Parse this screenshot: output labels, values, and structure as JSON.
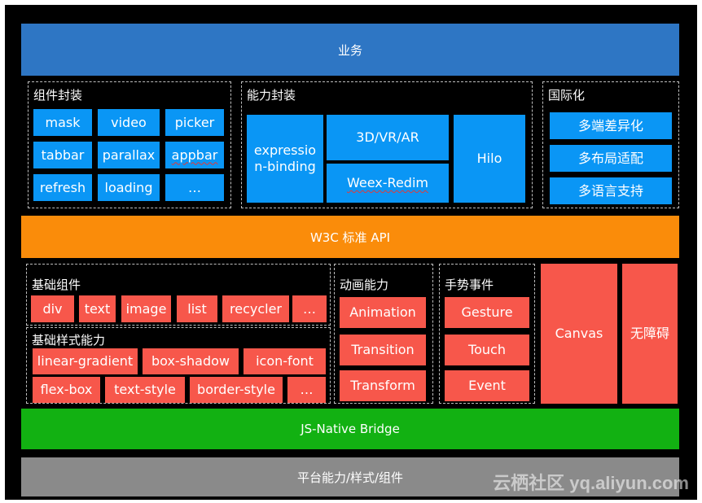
{
  "colors": {
    "business": "#2e76c4",
    "w3c": "#fa8c0a",
    "bridge": "#12b112",
    "platform": "#8a8a8a",
    "blue_box": "#0a96f5",
    "red_box": "#f7574b"
  },
  "top_band": {
    "label": "业务"
  },
  "components": {
    "title": "组件封装",
    "items": [
      "mask",
      "video",
      "picker",
      "tabbar",
      "parallax",
      "appbar",
      "refresh",
      "loading",
      "…"
    ]
  },
  "capabilities": {
    "title": "能力封装",
    "expression": "expression-binding",
    "vr": "3D/VR/AR",
    "weex": "Weex-Redim",
    "hilo": "Hilo"
  },
  "i18n": {
    "title": "国际化",
    "items": [
      "多端差异化",
      "多布局适配",
      "多语言支持"
    ]
  },
  "w3c_band": {
    "label": "W3C 标准 API"
  },
  "basic_components": {
    "title": "基础组件",
    "items": [
      "div",
      "text",
      "image",
      "list",
      "recycler",
      "…"
    ]
  },
  "basic_styles": {
    "title": "基础样式能力",
    "row1": [
      "linear-gradient",
      "box-shadow",
      "icon-font"
    ],
    "row2": [
      "flex-box",
      "text-style",
      "border-style",
      "…"
    ]
  },
  "animation": {
    "title": "动画能力",
    "items": [
      "Animation",
      "Transition",
      "Transform"
    ]
  },
  "gesture": {
    "title": "手势事件",
    "items": [
      "Gesture",
      "Touch",
      "Event"
    ]
  },
  "canvas": {
    "label": "Canvas"
  },
  "accessibility": {
    "label": "无障碍"
  },
  "bridge_band": {
    "label": "JS-Native Bridge"
  },
  "platform_band": {
    "label": "平台能力/样式/组件"
  },
  "watermark": {
    "text": "云栖社区 yq.aliyun.com"
  }
}
